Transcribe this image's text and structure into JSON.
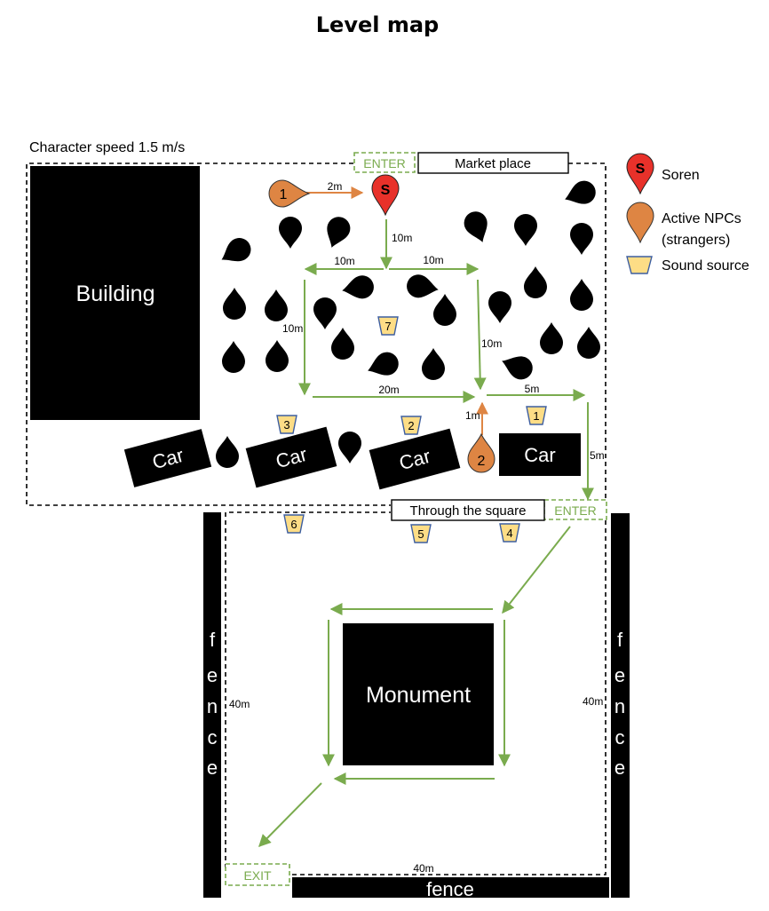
{
  "title": "Level map",
  "speed_note": "Character speed 1.5 m/s",
  "zones": {
    "market": "Market place",
    "square": "Through the square"
  },
  "gates": {
    "enter_market": "ENTER",
    "enter_square": "ENTER",
    "exit": "EXIT"
  },
  "obstacles": {
    "building": "Building",
    "monument": "Monument",
    "car": "Car",
    "fence": "fence",
    "fence_letters": [
      "f",
      "e",
      "n",
      "c",
      "e"
    ]
  },
  "legend": {
    "soren": "Soren",
    "npcs_line1": "Active NPCs",
    "npcs_line2": "(strangers)",
    "sound": "Sound source"
  },
  "markers": {
    "soren": "S",
    "npc1": "1",
    "npc2": "2"
  },
  "sound_sources": [
    "1",
    "2",
    "3",
    "4",
    "5",
    "6",
    "7"
  ],
  "distances": {
    "npc1_to_soren": "2m",
    "soren_down": "10m",
    "left_branch": "10m",
    "right_branch": "10m",
    "left_down": "10m",
    "right_down": "10m",
    "bottom_path": "20m",
    "to_right": "5m",
    "npc2_up": "1m",
    "right_exit_down": "5m",
    "square_left": "40m",
    "square_right": "40m",
    "square_bottom": "40m"
  },
  "colors": {
    "path": "#7aab4e",
    "npc": "#de8543",
    "soren": "#e8312a",
    "sound_fill": "#fddd86",
    "sound_stroke": "#3d5ea0",
    "obstacle": "#000000"
  }
}
